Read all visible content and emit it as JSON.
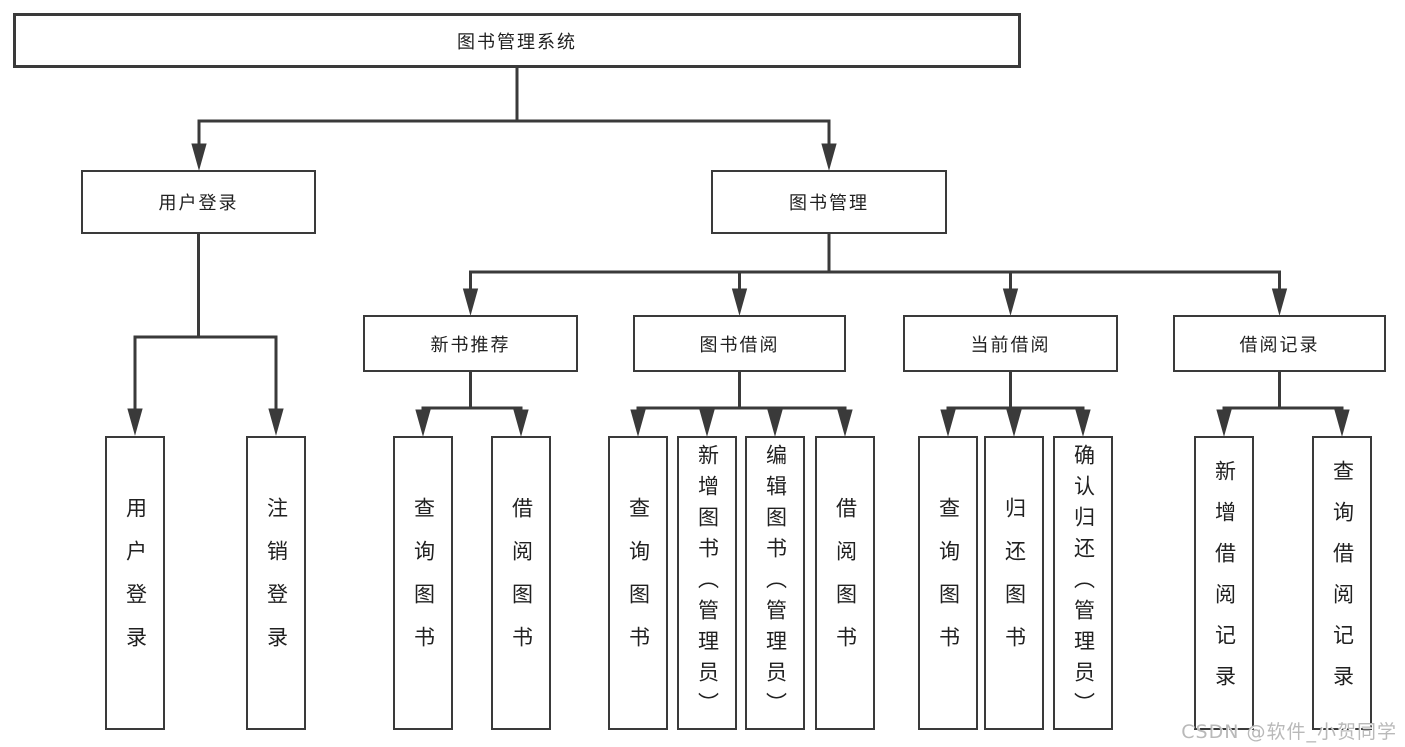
{
  "tree": {
    "label": "图书管理系统",
    "children": [
      {
        "label": "用户登录",
        "children": [
          {
            "label": "用户登录"
          },
          {
            "label": "注销登录"
          }
        ]
      },
      {
        "label": "图书管理",
        "children": [
          {
            "label": "新书推荐",
            "children": [
              {
                "label": "查询图书"
              },
              {
                "label": "借阅图书"
              }
            ]
          },
          {
            "label": "图书借阅",
            "children": [
              {
                "label": "查询图书"
              },
              {
                "label": "新增图书（管理员）"
              },
              {
                "label": "编辑图书（管理员）"
              },
              {
                "label": "借阅图书"
              }
            ]
          },
          {
            "label": "当前借阅",
            "children": [
              {
                "label": "查询图书"
              },
              {
                "label": "归还图书"
              },
              {
                "label": "确认归还（管理员）"
              }
            ]
          },
          {
            "label": "借阅记录",
            "children": [
              {
                "label": "新增借阅记录"
              },
              {
                "label": "查询借阅记录"
              }
            ]
          }
        ]
      }
    ]
  },
  "watermark": {
    "text": "CSDN @软件_小贺同学"
  },
  "colors": {
    "line": "#3a3a3a",
    "text": "#212121",
    "background": "#ffffff",
    "watermark": "#b9b9b9"
  }
}
